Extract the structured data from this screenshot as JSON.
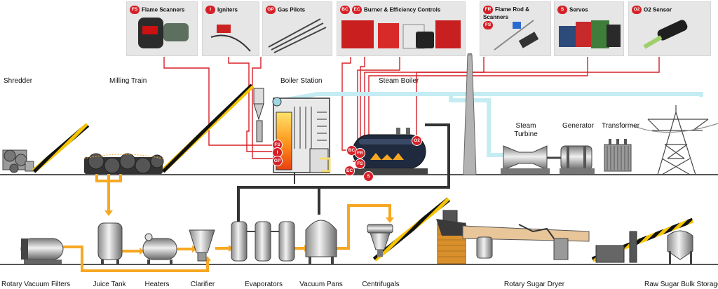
{
  "products": [
    {
      "badges": [
        "FS"
      ],
      "title": "Flame Scanners"
    },
    {
      "badges": [
        "I"
      ],
      "title": "Igniters"
    },
    {
      "badges": [
        "GP"
      ],
      "title": "Gas Pilots"
    },
    {
      "badges": [
        "BC",
        "EC"
      ],
      "title": "Burner & Efficiency Controls"
    },
    {
      "badges": [
        "FR",
        "FS"
      ],
      "title": "Flame Rod & Scanners"
    },
    {
      "badges": [
        "S"
      ],
      "title": "Servos"
    },
    {
      "badges": [
        "O2"
      ],
      "title": "O2 Sensor"
    }
  ],
  "upper_labels": {
    "shredder": "Shredder",
    "milling_train": "Milling Train",
    "boiler_station": "Boiler Station",
    "steam_boiler": "Steam Boiler",
    "steam_turbine": "Steam Turbine",
    "generator": "Generator",
    "transformer": "Transformer"
  },
  "lower_labels": {
    "rotary_vacuum_filters": "Rotary Vacuum Filters",
    "juice_tank": "Juice Tank",
    "heaters": "Heaters",
    "clarifier": "Clarifier",
    "evaporators": "Evaporators",
    "vacuum_pans": "Vacuum Pans",
    "centrifugals": "Centrifugals",
    "rotary_sugar_dryer": "Rotary Sugar Dryer",
    "raw_sugar_bulk_storage": "Raw Sugar Bulk Storage"
  },
  "boiler_station_marks": [
    "FS",
    "I",
    "GP"
  ],
  "steam_boiler_marks": [
    "BC",
    "FR",
    "FS",
    "EC",
    "S",
    "O2"
  ],
  "colors": {
    "accent_red": "#d62027",
    "flow_orange": "#f7a823",
    "steam_blue": "#c5ecf3",
    "pipe_dark": "#333333",
    "panel_bg": "#e6e6e6",
    "ground": "#555555"
  }
}
